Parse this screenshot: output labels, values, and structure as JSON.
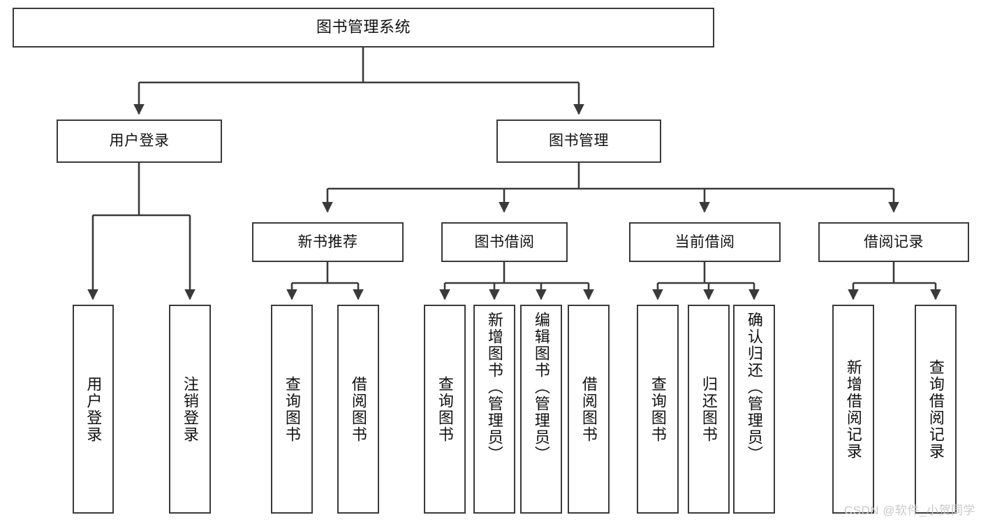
{
  "diagram": {
    "type": "tree-hierarchy",
    "title": "图书管理系统",
    "watermark": "CSDN @软件_小贺同学",
    "colors": {
      "stroke": "#3a3a3a",
      "fill": "#ffffff",
      "text": "#111111",
      "watermark": "#c9c9c9"
    },
    "nodes": {
      "root": {
        "label": "图书管理系统",
        "level": 0
      },
      "level1": [
        {
          "id": "user-login",
          "label": "用户登录"
        },
        {
          "id": "book-manage",
          "label": "图书管理"
        }
      ],
      "level2": [
        {
          "id": "new-book-recommend",
          "label": "新书推荐",
          "parent": "book-manage"
        },
        {
          "id": "book-borrow",
          "label": "图书借阅",
          "parent": "book-manage"
        },
        {
          "id": "current-borrow",
          "label": "当前借阅",
          "parent": "book-manage"
        },
        {
          "id": "borrow-record",
          "label": "借阅记录",
          "parent": "book-manage"
        }
      ],
      "leaves": [
        {
          "id": "leaf-user-login",
          "label": "用户登录",
          "parent": "user-login"
        },
        {
          "id": "leaf-logout",
          "label": "注销登录",
          "parent": "user-login"
        },
        {
          "id": "leaf-query-book-1",
          "label": "查询图书",
          "parent": "new-book-recommend"
        },
        {
          "id": "leaf-borrow-book-1",
          "label": "借阅图书",
          "parent": "new-book-recommend"
        },
        {
          "id": "leaf-query-book-2",
          "label": "查询图书",
          "parent": "book-borrow"
        },
        {
          "id": "leaf-add-book",
          "label": "新增图书（管理员）",
          "parent": "book-borrow"
        },
        {
          "id": "leaf-edit-book",
          "label": "编辑图书（管理员）",
          "parent": "book-borrow"
        },
        {
          "id": "leaf-borrow-book-2",
          "label": "借阅图书",
          "parent": "book-borrow"
        },
        {
          "id": "leaf-query-book-3",
          "label": "查询图书",
          "parent": "current-borrow"
        },
        {
          "id": "leaf-return-book",
          "label": "归还图书",
          "parent": "current-borrow"
        },
        {
          "id": "leaf-confirm-return",
          "label": "确认归还（管理员）",
          "parent": "current-borrow"
        },
        {
          "id": "leaf-add-record",
          "label": "新增借阅记录",
          "parent": "borrow-record"
        },
        {
          "id": "leaf-query-record",
          "label": "查询借阅记录",
          "parent": "borrow-record"
        }
      ]
    }
  }
}
